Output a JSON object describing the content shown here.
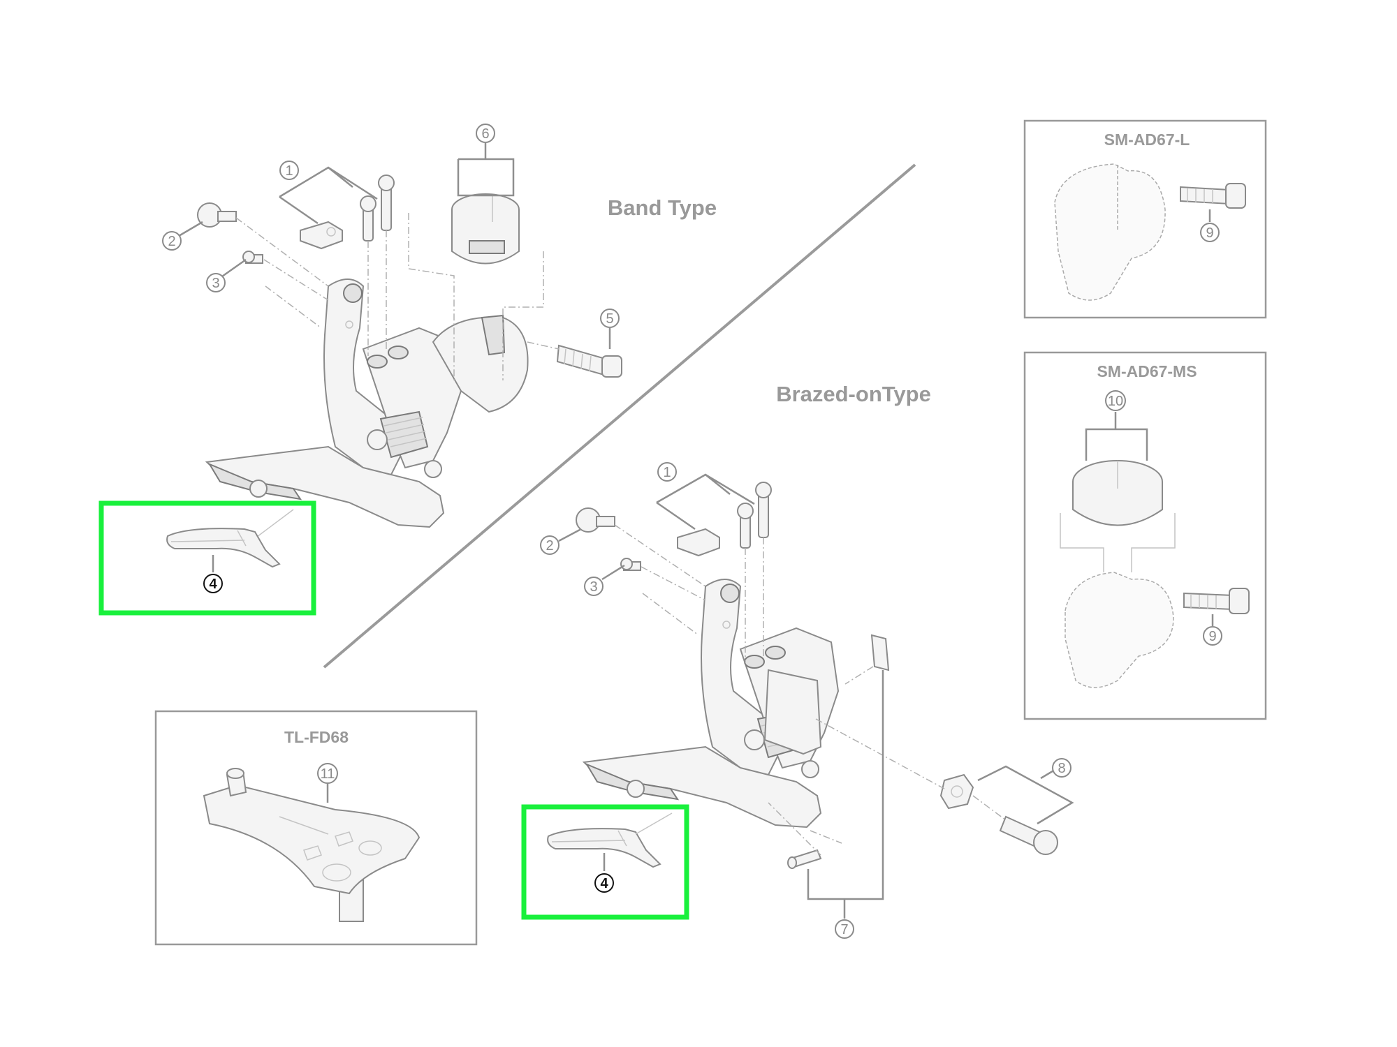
{
  "diagram": {
    "sections": {
      "band_type": "Band Type",
      "brazed_on_type": "Brazed-onType"
    },
    "insets": {
      "sm_ad67_l": "SM-AD67-L",
      "sm_ad67_ms": "SM-AD67-MS",
      "tl_fd68": "TL-FD68"
    },
    "callouts": {
      "band": [
        "1",
        "2",
        "3",
        "4",
        "5",
        "6"
      ],
      "brazed": [
        "1",
        "2",
        "3",
        "4",
        "7",
        "8"
      ],
      "sm_ad67_l": [
        "9"
      ],
      "sm_ad67_ms": [
        "10",
        "9"
      ],
      "tl_fd68": [
        "11"
      ]
    },
    "highlight_color": "#19f03c"
  }
}
